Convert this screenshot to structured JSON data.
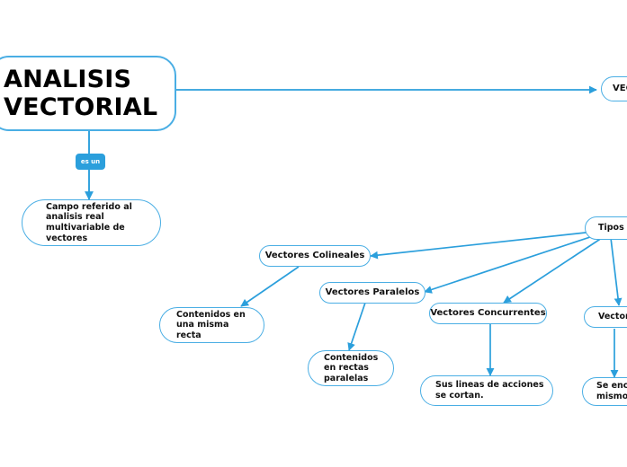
{
  "diagram": {
    "title": "ANALISIS VECTORIAL",
    "type": "mind-map",
    "background_color": "#ffffff",
    "node_border_color": "#4aaee4",
    "node_fill_color": "#ffffff",
    "connector_color": "#2b9fdc",
    "badge_color": "#2b9fdc",
    "text_color": "#111111"
  },
  "nodes": {
    "root": {
      "label": "ANALISIS\nVECTORIAL"
    },
    "vectorial_right": {
      "label": "VEC"
    },
    "campo": {
      "label": "Campo referido al\nanalisis real\nmultivariable de\nvectores"
    },
    "tipos": {
      "label": "Tipos d"
    },
    "colineales": {
      "label": "Vectores Colineales"
    },
    "paralelos": {
      "label": "Vectores Paralelos"
    },
    "concurrentes": {
      "label": "Vectores Concurrentes"
    },
    "vectores_right": {
      "label": "Vectore"
    },
    "misma_recta": {
      "label": "Contenidos en\nuna misma\nrecta"
    },
    "rectas_paralelas": {
      "label": "Contenidos\nen rectas\nparalelas"
    },
    "se_cortan": {
      "label": "Sus lineas de acciones\nse cortan."
    },
    "mismo_plano": {
      "label": "Se enc\nmismo"
    }
  },
  "edge_labels": {
    "es_un": "es un"
  }
}
